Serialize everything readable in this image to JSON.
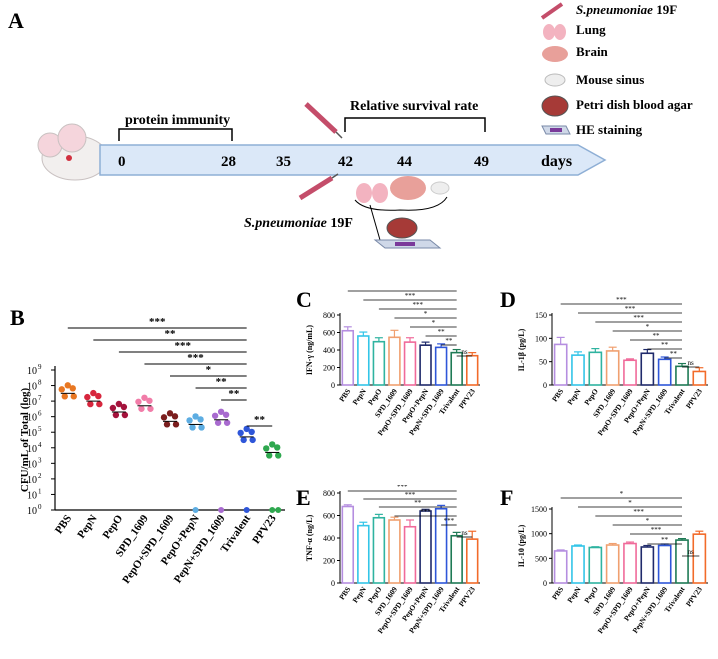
{
  "panelA": {
    "letter": "A",
    "protein_immunity": "protein immunity",
    "relative_survival": "Relative survival rate",
    "days_label": "days",
    "timeline": [
      "0",
      "28",
      "35",
      "42",
      "44",
      "49"
    ],
    "pathogen": "S.pneumoniae",
    "strain": " 19F",
    "legend": {
      "pathogen": "S.pneumoniae",
      "strain": " 19F",
      "items": [
        "Lung",
        "Brain",
        "Mouse sinus",
        "Petri dish blood agar",
        "HE staining"
      ]
    }
  },
  "panelB": {
    "letter": "B",
    "ylabel": "CFU/mL of Total  (log)",
    "categories": [
      "PBS",
      "PepN",
      "PepO",
      "SPD_1609",
      "PepO+SPD_1609",
      "PepO+PepN",
      "PepN+SPD_1609",
      "Trivalent",
      "PPV23"
    ],
    "y_ticks": [
      "10",
      "10",
      "10",
      "10",
      "10",
      "10",
      "10",
      "10",
      "10",
      "10"
    ],
    "y_exps": [
      "0",
      "1",
      "2",
      "3",
      "4",
      "5",
      "6",
      "7",
      "8",
      "9"
    ],
    "sig_labels": [
      "***",
      "**",
      "***",
      "***",
      "*",
      "**",
      "**",
      "**"
    ],
    "colors": [
      "#E87722",
      "#D7263D",
      "#A4133C",
      "#F17CA8",
      "#7B1E1E",
      "#5DADE2",
      "#A86ACF",
      "#2E56D9",
      "#2FA84F"
    ]
  },
  "panelC": {
    "letter": "C",
    "ylabel": "IFN-γ (ng/mL)",
    "yticks": [
      "0",
      "200",
      "400",
      "600",
      "800"
    ],
    "sig_labels": [
      "***",
      "***",
      "***",
      "*",
      "*",
      "**",
      "**",
      "ns"
    ]
  },
  "panelD": {
    "letter": "D",
    "ylabel": "IL-1β (pg/L)",
    "yticks": [
      "0",
      "50",
      "100",
      "150"
    ],
    "sig_labels": [
      "***",
      "***",
      "***",
      "*",
      "**",
      "**",
      "**",
      "ns"
    ]
  },
  "panelE": {
    "letter": "E",
    "ylabel": "TNF-α (ng/L)",
    "yticks": [
      "0",
      "200",
      "400",
      "600",
      "800"
    ],
    "sig_labels": [
      "***",
      "***",
      "**",
      "***",
      "***",
      "ns"
    ]
  },
  "panelF": {
    "letter": "F",
    "ylabel": "IL-10 (pg/L)",
    "yticks": [
      "0",
      "500",
      "1000",
      "1500"
    ],
    "sig_labels": [
      "*",
      "*",
      "***",
      "*",
      "***",
      "**",
      "ns"
    ]
  },
  "bar_categories": [
    "PBS",
    "PepN",
    "PepO",
    "SPD_1609",
    "PepO+SPD_1609",
    "PepO+PepN",
    "PepN+SPD_1609",
    "Trivalent",
    "PPV23"
  ],
  "bar_colors": [
    "#B58EE0",
    "#33C5E8",
    "#2FB3A0",
    "#F0A070",
    "#F06A9A",
    "#1F2A6B",
    "#2E56D9",
    "#1E7A55",
    "#F26B2A"
  ],
  "chart_data": [
    {
      "type": "scatter",
      "title": "",
      "ylabel": "CFU/mL of Total  (log)",
      "ylim": [
        0,
        9
      ],
      "categories": [
        "PBS",
        "PepN",
        "PepO",
        "SPD_1609",
        "PepO+SPD_1609",
        "PepO+PepN",
        "PepN+SPD_1609",
        "Trivalent",
        "PPV23"
      ],
      "series": [
        {
          "values": [
            7.5,
            7.0,
            6.3,
            6.7,
            5.7,
            5.5,
            5.8,
            4.7,
            3.7
          ]
        }
      ]
    },
    {
      "type": "bar",
      "ylabel": "IFN-γ (ng/mL)",
      "ylim": [
        0,
        800
      ],
      "categories": [
        "PBS",
        "PepN",
        "PepO",
        "SPD_1609",
        "PepO+SPD_1609",
        "PepO+PepN",
        "PepN+SPD_1609",
        "Trivalent",
        "PPV23"
      ],
      "values": [
        620,
        560,
        495,
        545,
        490,
        455,
        430,
        370,
        335
      ],
      "errors": [
        45,
        45,
        45,
        80,
        50,
        35,
        40,
        35,
        35
      ]
    },
    {
      "type": "bar",
      "ylabel": "IL-1β (pg/L)",
      "ylim": [
        0,
        150
      ],
      "categories": [
        "PBS",
        "PepN",
        "PepO",
        "SPD_1609",
        "PepO+SPD_1609",
        "PepO+PepN",
        "PepN+SPD_1609",
        "Trivalent",
        "PPV23"
      ],
      "values": [
        87,
        64,
        70,
        73,
        53,
        68,
        55,
        40,
        29
      ],
      "errors": [
        15,
        7,
        8,
        8,
        3,
        8,
        5,
        6,
        8
      ]
    },
    {
      "type": "bar",
      "ylabel": "TNF-α (ng/L)",
      "ylim": [
        0,
        800
      ],
      "categories": [
        "PBS",
        "PepN",
        "PepO",
        "SPD_1609",
        "PepO+SPD_1609",
        "PepO+PepN",
        "PepN+SPD_1609",
        "Trivalent",
        "PPV23"
      ],
      "values": [
        680,
        510,
        580,
        560,
        500,
        640,
        660,
        420,
        390
      ],
      "errors": [
        15,
        30,
        30,
        25,
        60,
        15,
        30,
        30,
        70
      ]
    },
    {
      "type": "bar",
      "ylabel": "IL-10 (pg/L)",
      "ylim": [
        0,
        1500
      ],
      "categories": [
        "PBS",
        "PepN",
        "PepO",
        "SPD_1609",
        "PepO+SPD_1609",
        "PepO+PepN",
        "PepN+SPD_1609",
        "Trivalent",
        "PPV23"
      ],
      "values": [
        650,
        750,
        720,
        770,
        800,
        730,
        760,
        870,
        990
      ],
      "errors": [
        20,
        20,
        15,
        30,
        30,
        30,
        30,
        30,
        60
      ]
    }
  ]
}
